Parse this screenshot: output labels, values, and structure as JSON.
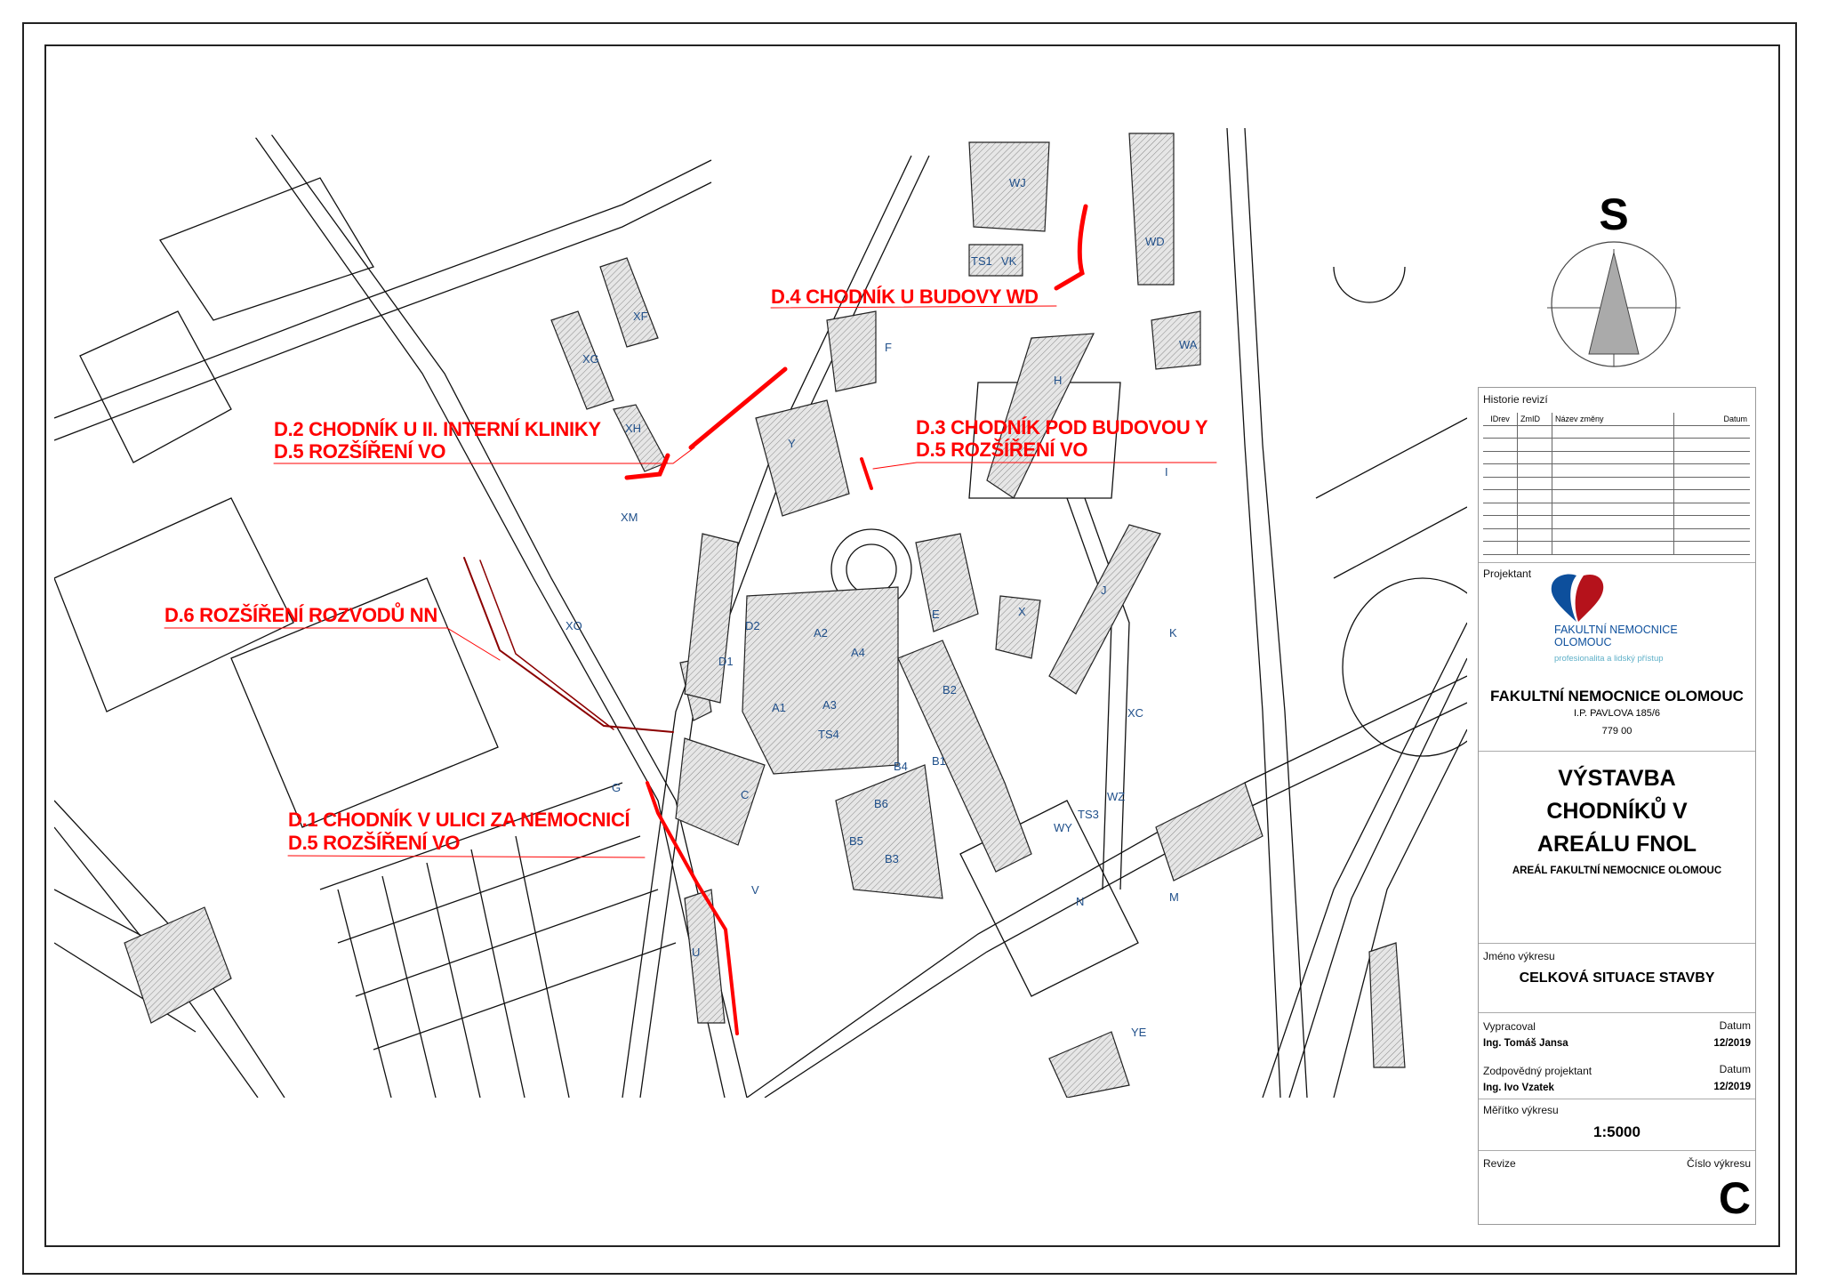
{
  "annotations": {
    "d4": "D.4 CHODNÍK U BUDOVY WD",
    "d2": "D.2 CHODNÍK U II. INTERNÍ KLINIKY",
    "d2_sub": "D.5 ROZŠÍŘENÍ VO",
    "d3": "D.3 CHODNÍK POD BUDOVOU Y",
    "d3_sub": "D.5 ROZŠÍŘENÍ VO",
    "d6": "D.6 ROZŠÍŘENÍ ROZVODŮ NN",
    "d1": "D.1 CHODNÍK V ULICI ZA NEMOCNICÍ",
    "d1_sub": "D.5 ROZŠÍŘENÍ VO"
  },
  "north_arrow": {
    "letter": "S"
  },
  "map": {
    "buildings": [
      "Y",
      "A1",
      "A2",
      "A3",
      "A4",
      "TS4",
      "B1",
      "B2",
      "B3",
      "B4",
      "B5",
      "B6",
      "C",
      "D1",
      "D2",
      "E",
      "F",
      "H",
      "I",
      "J",
      "K",
      "X",
      "XC",
      "XG",
      "XF",
      "XH",
      "XM",
      "XO",
      "WD",
      "WJ",
      "TS1",
      "VK",
      "WA",
      "WY",
      "TS3",
      "WZ",
      "M",
      "N",
      "U",
      "V",
      "YE",
      "G"
    ]
  },
  "title_block": {
    "revisions": {
      "title": "Historie revizí",
      "columns": [
        "IDrev",
        "ZmID",
        "Název změny",
        "Datum"
      ],
      "rows": 10
    },
    "projektant_label": "Projektant",
    "logo": {
      "line1": "FAKULTNÍ NEMOCNICE",
      "line2": "OLOMOUC",
      "tagline": "profesionalita a lidský přístup",
      "blue": "#0d4f9c",
      "red": "#b5121b"
    },
    "company": "FAKULTNÍ NEMOCNICE OLOMOUC",
    "address": "I.P. PAVLOVA 185/6",
    "zip": "779 00",
    "project_title": [
      "VÝSTAVBA",
      "CHODNÍKŮ V",
      "AREÁLU FNOL"
    ],
    "project_subtitle": "AREÁL FAKULTNÍ NEMOCNICE OLOMOUC",
    "drawing_name_label": "Jméno výkresu",
    "drawing_name": "CELKOVÁ SITUACE STAVBY",
    "prepared_label": "Vypracoval",
    "prepared_by": "Ing.  Tomáš  Jansa",
    "date_label": "Datum",
    "prepared_date": "12/2019",
    "responsible_label": "Zodpovědný projektant",
    "responsible": "Ing. Ivo Vzatek",
    "responsible_date": "12/2019",
    "scale_label": "Měřítko výkresu",
    "scale": "1:5000",
    "revision_label": "Revize",
    "drawing_number_label": "Číslo výkresu",
    "drawing_number": "C"
  },
  "colors": {
    "annotation": "#ff0000",
    "cable": "#8b0000",
    "hatch": "#777777"
  }
}
